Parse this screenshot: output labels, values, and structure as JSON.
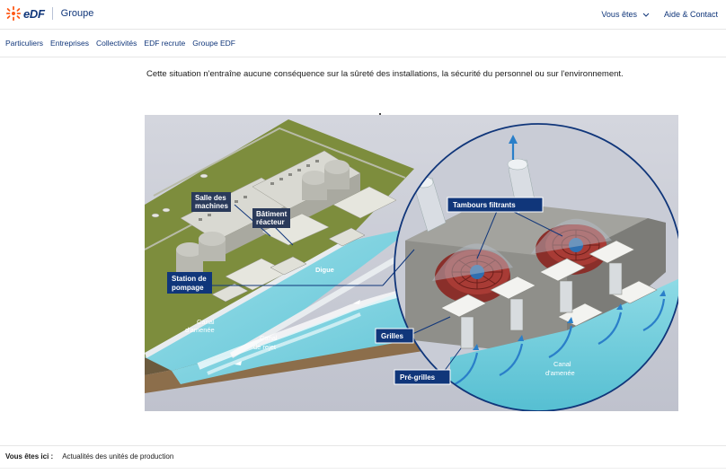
{
  "header": {
    "logo_text": "eDF",
    "group_label": "Groupe",
    "vous_etes_label": "Vous êtes",
    "aide_label": "Aide & Contact"
  },
  "nav": {
    "items": [
      "Particuliers",
      "Entreprises",
      "Collectivités",
      "EDF recrute",
      "Groupe EDF"
    ]
  },
  "content": {
    "paragraph": "Cette situation n'entraîne aucune conséquence sur la sûreté des installations, la sécurité du personnel ou sur l'environnement."
  },
  "figure": {
    "labels": {
      "salle": [
        "Salle des",
        "machines"
      ],
      "batiment": [
        "Bâtiment",
        "réacteur"
      ],
      "station": [
        "Station de",
        "pompage"
      ],
      "digue": "Digue",
      "canal_amenee": [
        "Canal",
        "d'amenée"
      ],
      "canal_rejet": [
        "Canal",
        "de rejet"
      ],
      "tambours": "Tambours filtrants",
      "grilles": "Grilles",
      "pre_grilles": "Pré-grilles",
      "canal_amenee_zoom": [
        "Canal",
        "d'amenée"
      ]
    }
  },
  "breadcrumb": {
    "label": "Vous êtes ici :",
    "current": "Actualités des unités de production"
  },
  "colors": {
    "brand_blue": "#10367a",
    "edf_orange": "#fe5815",
    "water": "#7fd3e0",
    "grass": "#7a8a3a"
  }
}
